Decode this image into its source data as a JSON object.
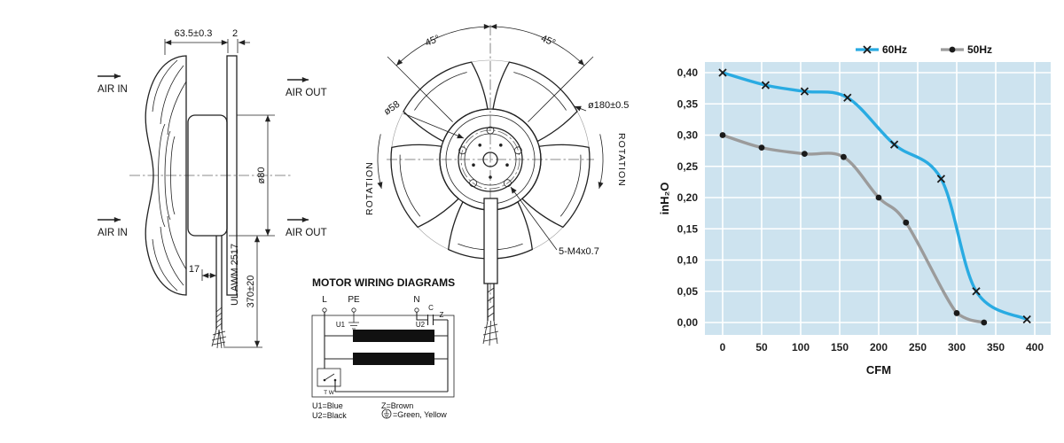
{
  "side_view": {
    "dim_depth": "63.5±0.3",
    "dim_plate": "2",
    "air_in": "AIR IN",
    "air_out": "AIR OUT",
    "dim_motor_dia": "ø80",
    "dim_cable_length": "370±20",
    "cable_marking": "UL AWM 2517",
    "dim_cable_offset": "17"
  },
  "front_view": {
    "angle_left": "45°",
    "angle_right": "45°",
    "dim_hub": "ø58",
    "dim_outer": "ø180±0.5",
    "rotation": "ROTATION",
    "mounting_holes": "5-M4x0.7"
  },
  "wiring_diagram": {
    "title": "MOTOR WIRING DIAGRAMS",
    "terminal_l": "L",
    "terminal_pe": "PE",
    "terminal_n": "N",
    "capacitor": "C",
    "winding_u1": "U1",
    "winding_u2": "U2",
    "winding_z": "Z",
    "thermal_protector": "T W",
    "legend": {
      "u1": "U1=Blue",
      "u2": "U2=Black",
      "z": "Z=Brown",
      "ground": "=Green, Yellow"
    }
  },
  "chart_data": {
    "type": "line",
    "title": "",
    "xlabel": "CFM",
    "ylabel": "inH₂O",
    "xlim": [
      0,
      400
    ],
    "ylim": [
      0,
      0.4
    ],
    "xticks": [
      0,
      50,
      100,
      150,
      200,
      250,
      300,
      350,
      400
    ],
    "yticks": [
      0,
      0.05,
      0.1,
      0.15,
      0.2,
      0.25,
      0.3,
      0.35,
      0.4
    ],
    "ytick_labels": [
      "0,00",
      "0,05",
      "0,10",
      "0,15",
      "0,20",
      "0,25",
      "0,30",
      "0,35",
      "0,40"
    ],
    "grid": true,
    "plot_bg": "#cde3ef",
    "legend_position": "top-right",
    "series": [
      {
        "name": "60Hz",
        "color": "#29abe2",
        "marker": "x",
        "marker_color": "#1a1a1a",
        "x": [
          0,
          55,
          105,
          160,
          220,
          280,
          325,
          390
        ],
        "y": [
          0.4,
          0.38,
          0.37,
          0.36,
          0.285,
          0.23,
          0.05,
          0.005
        ]
      },
      {
        "name": "50Hz",
        "color": "#9b9b9b",
        "marker": "circle",
        "marker_color": "#1a1a1a",
        "x": [
          0,
          50,
          105,
          155,
          200,
          235,
          300,
          335
        ],
        "y": [
          0.3,
          0.28,
          0.27,
          0.265,
          0.2,
          0.16,
          0.015,
          0.0
        ]
      }
    ]
  }
}
